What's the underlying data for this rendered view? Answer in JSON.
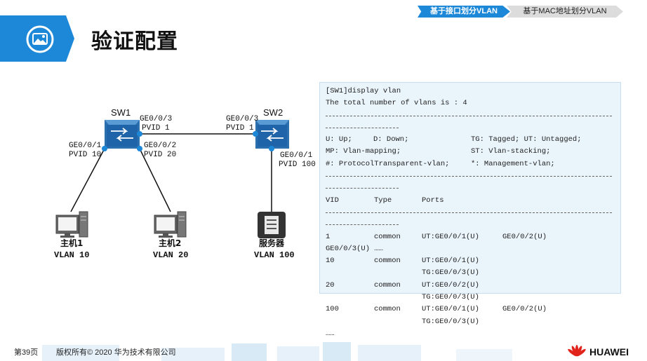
{
  "header": {
    "tabs": [
      {
        "label": "基于接口划分VLAN",
        "active": true
      },
      {
        "label": "基于MAC地址划分VLAN",
        "active": false
      }
    ],
    "title": "验证配置",
    "icon": "image-icon",
    "accent_color": "#1e88d8"
  },
  "topology": {
    "sw1": {
      "name": "SW1"
    },
    "sw2": {
      "name": "SW2"
    },
    "ports": {
      "sw1_g3": "GE0/0/3",
      "sw1_g3_pvid": "PVID 1",
      "sw2_g3": "GE0/0/3",
      "sw2_g3_pvid": "PVID 1",
      "sw1_g1": "GE0/0/1",
      "sw1_g1_pvid": "PVID 10",
      "sw1_g2": "GE0/0/2",
      "sw1_g2_pvid": "PVID 20",
      "sw2_g1": "GE0/0/1",
      "sw2_g1_pvid": "PVID 100"
    },
    "hosts": [
      {
        "name": "主机1",
        "vlan": "VLAN 10"
      },
      {
        "name": "主机2",
        "vlan": "VLAN 20"
      },
      {
        "name": "服务器",
        "vlan": "VLAN 100"
      }
    ]
  },
  "console": {
    "command": "[SW1]display vlan",
    "total": "The total number of vlans is : 4",
    "legend": [
      [
        "U: Up;",
        "D: Down;",
        "TG: Tagged; UT: Untagged;"
      ],
      [
        "MP: Vlan-mapping;",
        "",
        "ST: Vlan-stacking;"
      ],
      [
        "#: ProtocolTransparent-vlan;",
        "",
        "*: Management-vlan;"
      ]
    ],
    "headers": [
      "VID",
      "Type",
      "Ports"
    ],
    "rows": [
      [
        "1",
        "common",
        "UT:GE0/0/1(U)",
        "GE0/0/2(U)"
      ],
      [
        "GE0/0/3(U) ……",
        "",
        "",
        ""
      ],
      [
        "10",
        "common",
        "UT:GE0/0/1(U)",
        ""
      ],
      [
        "",
        "",
        "TG:GE0/0/3(U)",
        ""
      ],
      [
        "20",
        "common",
        "UT:GE0/0/2(U)",
        ""
      ],
      [
        "",
        "",
        "TG:GE0/0/3(U)",
        ""
      ],
      [
        "100",
        "common",
        "UT:GE0/0/1(U)",
        "GE0/0/2(U)"
      ],
      [
        "",
        "",
        "TG:GE0/0/3(U)",
        ""
      ],
      [
        "……",
        "",
        "",
        ""
      ]
    ]
  },
  "footer": {
    "page": "第39页",
    "copyright": "版权所有© 2020 华为技术有限公司",
    "brand": "HUAWEI"
  }
}
